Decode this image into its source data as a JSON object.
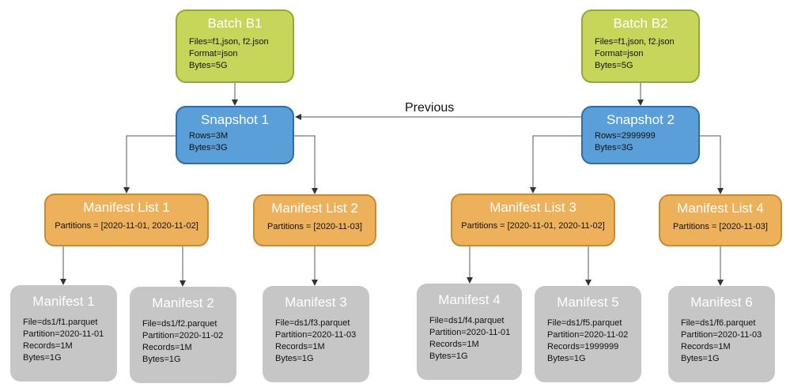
{
  "colors": {
    "batch_fill": "#c7d65a",
    "batch_border": "#94a83a",
    "snapshot_fill": "#5a9fd8",
    "snapshot_border": "#2f6da8",
    "manifest_list_fill": "#edb15c",
    "manifest_list_border": "#c88a32",
    "manifest_fill": "#c6c6c6",
    "edge": "#555555"
  },
  "edges": {
    "previous_label": "Previous"
  },
  "batches": [
    {
      "title": "Batch B1",
      "lines": [
        "Files=f1,json, f2.json",
        "Format=json",
        "Bytes=5G"
      ]
    },
    {
      "title": "Batch B2",
      "lines": [
        "Files=f1,json, f2.json",
        "Format=json",
        "Bytes=5G"
      ]
    }
  ],
  "snapshots": [
    {
      "title": "Snapshot 1",
      "lines": [
        "Rows=3M",
        "Bytes=3G"
      ]
    },
    {
      "title": "Snapshot 2",
      "lines": [
        "Rows=2999999",
        "Bytes=3G"
      ]
    }
  ],
  "manifest_lists": [
    {
      "title": "Manifest List 1",
      "lines": [
        "Partitions = [2020-11-01, 2020-11-02]"
      ]
    },
    {
      "title": "Manifest List 2",
      "lines": [
        "Partitions = [2020-11-03]"
      ]
    },
    {
      "title": "Manifest List 3",
      "lines": [
        "Partitions = [2020-11-01, 2020-11-02]"
      ]
    },
    {
      "title": "Manifest List 4",
      "lines": [
        "Partitions = [2020-11-03]"
      ]
    }
  ],
  "manifests": [
    {
      "title": "Manifest 1",
      "lines": [
        "File=ds1/f1.parquet",
        "Partition=2020-11-01",
        "Records=1M",
        "Bytes=1G"
      ]
    },
    {
      "title": "Manifest 2",
      "lines": [
        "File=ds1/f2.parquet",
        "Partition=2020-11-02",
        "Records=1M",
        "Bytes=1G"
      ]
    },
    {
      "title": "Manifest 3",
      "lines": [
        "File=ds1/f3.parquet",
        "Partition=2020-11-03",
        "Records=1M",
        "Bytes=1G"
      ]
    },
    {
      "title": "Manifest 4",
      "lines": [
        "File=ds1/f4.parquet",
        "Partition=2020-11-01",
        "Records=1M",
        "Bytes=1G"
      ]
    },
    {
      "title": "Manifest 5",
      "lines": [
        "File=ds1/f5.parquet",
        "Partition=2020-11-02",
        "Records=1999999",
        "Bytes=1G"
      ]
    },
    {
      "title": "Manifest 6",
      "lines": [
        "File=ds1/f6.parquet",
        "Partition=2020-11-03",
        "Records=1M",
        "Bytes=1G"
      ]
    }
  ]
}
